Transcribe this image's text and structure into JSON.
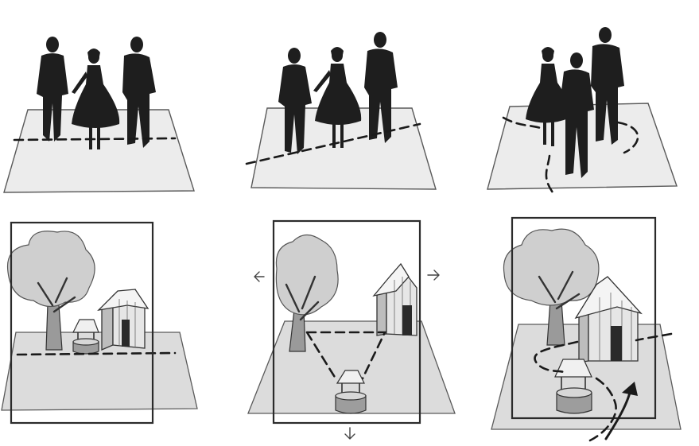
{
  "figure": {
    "rows": [
      {
        "name": "people-row",
        "panels": [
          "people-straight-axis",
          "people-diagonal-axis",
          "people-curved-path"
        ]
      },
      {
        "name": "scene-row",
        "panels": [
          "scene-straight-axis",
          "scene-triangle-layout",
          "scene-curved-path"
        ]
      }
    ],
    "colors": {
      "ink": "#1e1e1e",
      "floor": "#ececec",
      "ground": "#dcdcdc",
      "frame": "#2b2b2b"
    },
    "icons": [
      "arrow-left-icon",
      "arrow-right-icon",
      "arrow-down-icon",
      "curved-arrow-icon"
    ]
  }
}
